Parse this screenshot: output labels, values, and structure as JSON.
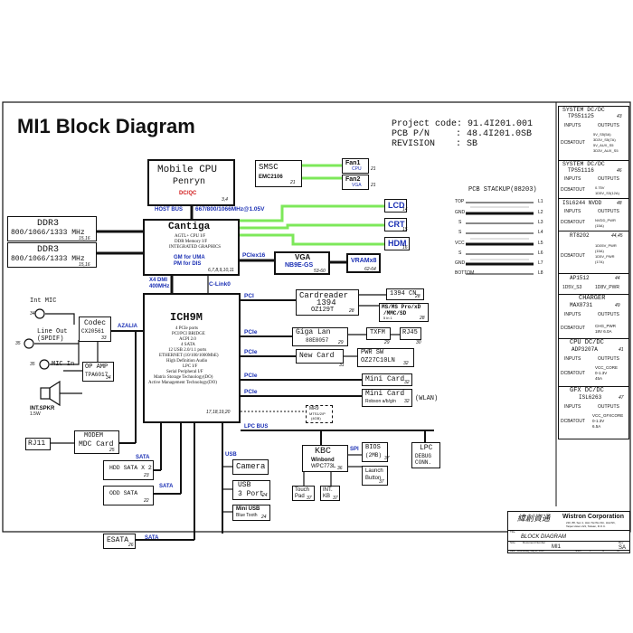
{
  "title": "MI1  Block Diagram",
  "project": {
    "code_label": "Project code:",
    "code_value": "91.4I201.001",
    "pcb_label": "PCB P/N",
    "pcb_value": ": 48.4I201.0SB",
    "rev_label": "REVISION",
    "rev_value": ": SB"
  },
  "cpu": {
    "title": "Mobile CPU",
    "name": "Penryn",
    "note": "DC/QC",
    "pages": "3,4"
  },
  "host_bus": {
    "label": "HOST BUS",
    "speed": "667/800/1066MHz@1.05V"
  },
  "smsc": {
    "name": "SMSC",
    "part": "EMC2106",
    "page": "21"
  },
  "fan1": {
    "name": "Fan1",
    "sub": "CPU",
    "page": "21"
  },
  "fan2": {
    "name": "Fan2",
    "sub": "VGA",
    "page": "21"
  },
  "ddr1": {
    "name": "DDR3",
    "speed": "800/1066/1333 MHz",
    "pages": "15,16"
  },
  "ddr2": {
    "name": "DDR3",
    "speed": "800/1066/1333 MHz",
    "pages": "15,16"
  },
  "cantiga": {
    "name": "Cantiga",
    "features": [
      "AGTL+ CPU I/F",
      "DDR Memory I/F",
      "INTEGRATED GRAPHICS"
    ],
    "gm": "GM for UMA",
    "pm": "PM for DIS",
    "pages": "6,7,8,9,10,11"
  },
  "lcd": {
    "name": "LCD",
    "page": "14"
  },
  "crt": {
    "name": "CRT",
    "page": "15"
  },
  "hdm": {
    "name": "HDM",
    "page": "16"
  },
  "pcie16": "PCIex16",
  "vga": {
    "name": "VGA",
    "part": "NB9E-GS",
    "pages": "53-60"
  },
  "vram": {
    "name": "VRAMx8",
    "pages": "62-64"
  },
  "stackup": {
    "title": "PCB STACKUP(08203)",
    "layers": [
      {
        "name": "TOP",
        "id": "L1"
      },
      {
        "name": "GND",
        "id": "L2"
      },
      {
        "name": "S",
        "id": "L3"
      },
      {
        "name": "S",
        "id": "L4"
      },
      {
        "name": "VCC",
        "id": "L5"
      },
      {
        "name": "S",
        "id": "L6"
      },
      {
        "name": "GND",
        "id": "L7"
      },
      {
        "name": "BOTTOM",
        "id": "L8"
      }
    ]
  },
  "dmi": {
    "label": "X4 DMI",
    "speed": "400MHz"
  },
  "clink": "C-Link0",
  "ich": {
    "name": "ICH9M",
    "features": [
      "4 PCIe ports",
      "PCI/PCI BRIDGE",
      "ACPI 2.0",
      "4 SATA",
      "12 USB 2.0/1.1 ports",
      "ETHERNET (10/100/1000MbE)",
      "High Definition Audio",
      "LPC I/F",
      "Serial Peripheral I/F",
      "Matrix Storage Technology(DO)",
      "Active Management Technology(DO)"
    ],
    "pages": "17,18,19,20"
  },
  "bus": {
    "pci": "PCI",
    "pcie1": "PCIe",
    "pcie2": "PCIe",
    "pcie3": "PCIe",
    "pcie4": "PCIe",
    "azalia": "AZALIA",
    "lpc": "LPC BUS",
    "usb": "USB",
    "sata1": "SATA",
    "sata2": "SATA",
    "sata3": "SATA"
  },
  "cardreader": {
    "name": "Cardreader",
    "sub": "1394",
    "part": "OZ129T",
    "page": "28"
  },
  "c1394": {
    "name": "1394 CN",
    "page": "28"
  },
  "ms": {
    "name": "MS/MS Pro/xD",
    "sub": "/MMC/SD",
    "sub2": "5 in 1",
    "page": "28"
  },
  "giga": {
    "name": "Giga Lan",
    "part": "88E8057",
    "page": "29"
  },
  "txfm": {
    "name": "TXFM",
    "page": "29"
  },
  "rj45": {
    "name": "RJ45",
    "page": "30"
  },
  "newcard": {
    "name": "New Card",
    "page": "31"
  },
  "pwrsw": {
    "name": "PWR SW",
    "part": "OZ27C10LN",
    "page": "32"
  },
  "mini1": {
    "name": "Mini Card",
    "page": "32"
  },
  "mini2": {
    "name": "Mini Card",
    "sub": "Robson a/b/g/n",
    "tag": "(WLAN)",
    "page": "32"
  },
  "mr9": {
    "name": "MR9",
    "part": "MTS1/2/P",
    "sub": "(4GB)"
  },
  "intmic": {
    "name": "Int MIC",
    "page": "34"
  },
  "lineout": {
    "name": "Line Out",
    "sub": "(SPDIF)",
    "page": "35"
  },
  "micin": {
    "name": "MIC In",
    "page": "35"
  },
  "codec": {
    "name": "Codec",
    "part": "CX20561",
    "page": "33"
  },
  "opamp": {
    "name": "OP AMP",
    "part": "TPA6017",
    "page": "34"
  },
  "spkr": {
    "name": "INT.SPKR",
    "sub": "1.5W"
  },
  "rj11": {
    "name": "RJ11"
  },
  "modem": {
    "name": "MODEM",
    "sub": "MDC Card",
    "page": "25"
  },
  "hdd": {
    "name": "HDD SATA X 2",
    "page": "23"
  },
  "odd": {
    "name": "ODD SATA",
    "page": "22"
  },
  "esata": {
    "name": "ESATA",
    "page": "26"
  },
  "camera": {
    "name": "Camera"
  },
  "usb3": {
    "name": "USB",
    "sub": "3 Port",
    "page": "24"
  },
  "miniusb": {
    "name": "Mini USB",
    "sub": "Blue Tooth",
    "page": "24"
  },
  "kbc": {
    "name": "KBC",
    "part": "Winbond",
    "part2": "WPC773L",
    "page": "36",
    "spi": "SPI"
  },
  "bios": {
    "name": "BIOS",
    "sub": "(2MB)",
    "page": "37"
  },
  "launch": {
    "name": "Launch",
    "sub": "Button",
    "page": "37"
  },
  "touch": {
    "name": "Touch",
    "sub": "Pad",
    "page": "37"
  },
  "intkb": {
    "name": "INT.",
    "sub": "KB",
    "page": "37"
  },
  "lpcdebug": {
    "name": "LPC",
    "sub": "DEBUG",
    "sub2": "CONN."
  },
  "power": [
    {
      "title": "SYSTEM DC/DC",
      "part": "TPS51125",
      "page": "43",
      "rows": [
        [
          "INPUTS",
          "OUTPUTS"
        ],
        [
          "DCBATOUT",
          "5V_S5(5A)\n3D3V_S5(7A)\n5V_AUX_S5\n3D3V_AUX_S5"
        ]
      ]
    },
    {
      "title": "SYSTEM DC/DC",
      "part": "TPS51116",
      "page": "46",
      "rows": [
        [
          "INPUTS",
          "OUTPUTS"
        ],
        [
          "DCBATOUT",
          "0.75V\n1D5V_S3(12A)"
        ]
      ]
    },
    {
      "title": "ISL6244 NVDD",
      "part": "",
      "page": "48",
      "rows": [
        [
          "INPUTS",
          "OUTPUTS"
        ],
        [
          "DCBATOUT",
          "NVDD_PWR\n(15A)"
        ]
      ]
    },
    {
      "title": "RT8202",
      "part": "",
      "page": "44,45",
      "rows": [
        [
          "DCBATOUT",
          "1D05V_PWR\n(15A)\n1D5V_PWR\n(17A)"
        ]
      ]
    },
    {
      "title": "AP1512",
      "part": "",
      "page": "44",
      "rows": [
        [
          "1D5V_S3",
          "1D8V_PWR"
        ]
      ]
    },
    {
      "title": "CHARGER",
      "part": "MAX8731",
      "page": "49",
      "rows": [
        [
          "INPUTS",
          "OUTPUTS"
        ],
        [
          "DCBATOUT",
          "CHG_PWR\n18V 6.0A"
        ]
      ]
    },
    {
      "title": "CPU DC/DC",
      "part": "ADP3207A",
      "page": "41",
      "rows": [
        [
          "INPUTS",
          "OUTPUTS"
        ],
        [
          "DCBATOUT",
          "VCC_CORE\n0-1.3V\n45A"
        ]
      ]
    },
    {
      "title": "GFX DC/DC",
      "part": "ISL6263",
      "page": "47",
      "rows": [
        [
          "INPUTS",
          "OUTPUTS"
        ],
        [
          "DCBATOUT",
          "VCC_GFXCORE\n0-1.3V\n6.5A"
        ]
      ]
    }
  ],
  "titleblock": {
    "logo_cn": "緯創資通",
    "company": "Wistron Corporation",
    "addr": "21F, 88, Sec.1, Hsin Tai Wu Rd., Hsichih,\nTaipei Hsien 221, Taiwan, R.O.C.",
    "title_label": "Title",
    "title": "BLOCK DIAGRAM",
    "size_label": "Size",
    "doc_label": "Document Number",
    "doc": "MI1",
    "rev_label": "Rev",
    "rev": "SA",
    "date_label": "Date:",
    "date": "Wednesday, May 21, 2008",
    "sheet_label": "Sheet",
    "sheet": "1",
    "of": "of",
    "total": "64"
  },
  "colors": {
    "blue": "#1a2fb4",
    "red": "#d11a1a",
    "green": "#7de85a"
  }
}
